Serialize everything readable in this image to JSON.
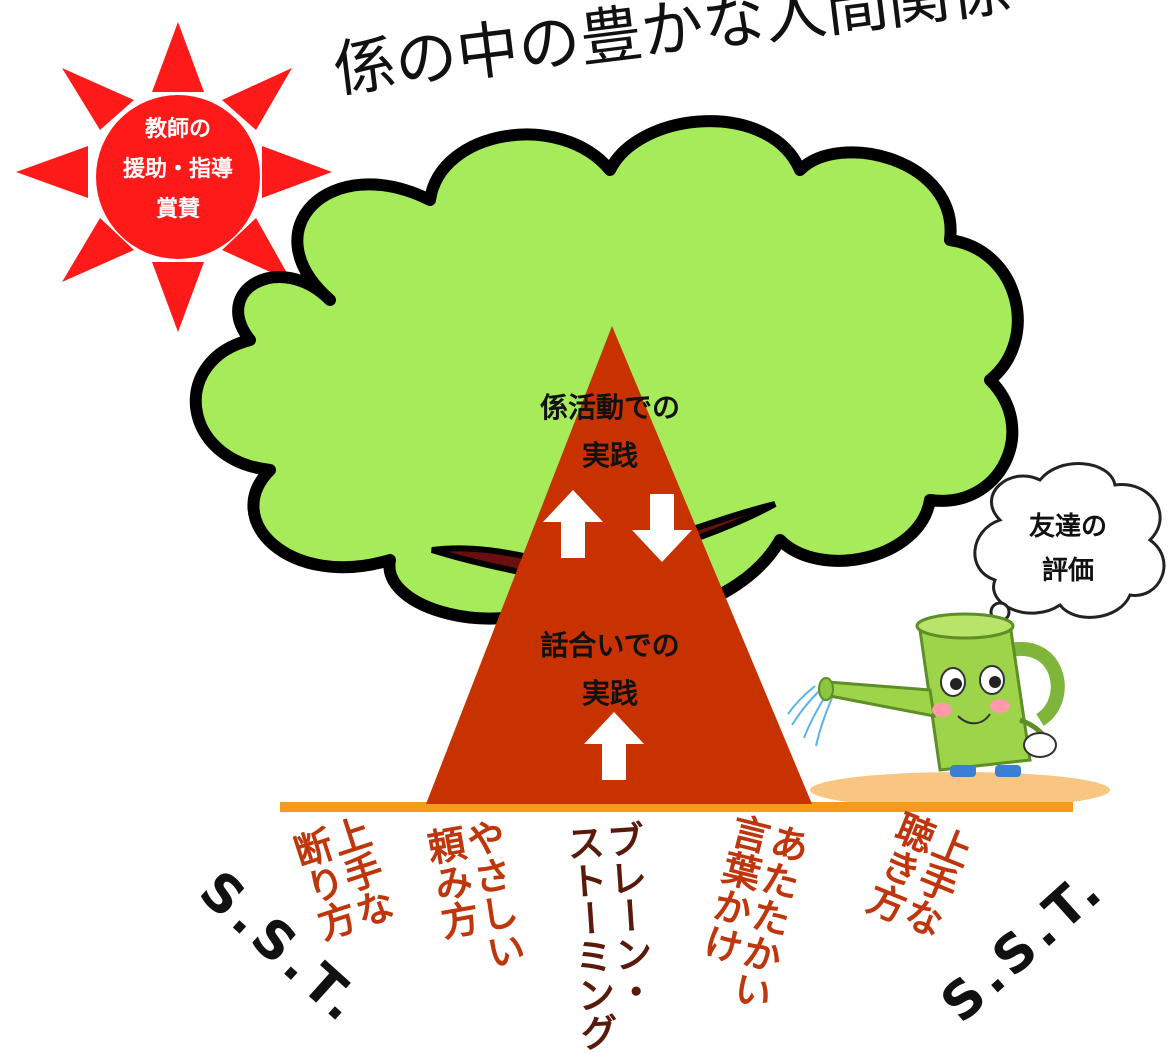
{
  "title": "係の中の豊かな人間関係",
  "sun": {
    "lines": [
      "教師の",
      "援助・指導",
      "賞賛"
    ],
    "color": "#ff1a1a"
  },
  "pyramid": {
    "top_label": [
      "係活動での",
      "実践"
    ],
    "bottom_label": [
      "話合いでの",
      "実践"
    ],
    "color": "#c83200"
  },
  "thought_bubble": [
    "友達の",
    "評価"
  ],
  "roots": [
    {
      "lines": [
        "上手な",
        "断り方"
      ],
      "style": "red"
    },
    {
      "lines": [
        "やさしい",
        "頼み方"
      ],
      "style": "red"
    },
    {
      "lines": [
        "ブレーン・",
        "ストーミング"
      ],
      "style": "dark"
    },
    {
      "lines": [
        "あたたかい",
        "言葉かけ"
      ],
      "style": "red"
    },
    {
      "lines": [
        "上手な",
        "聴き方"
      ],
      "style": "red"
    }
  ],
  "sst_left": "S.S.T.",
  "sst_right": "S.S.T.",
  "colors": {
    "foliage": "#a6eb5a",
    "ground": "#f59a1a",
    "watering_can": "#9ed44a"
  }
}
